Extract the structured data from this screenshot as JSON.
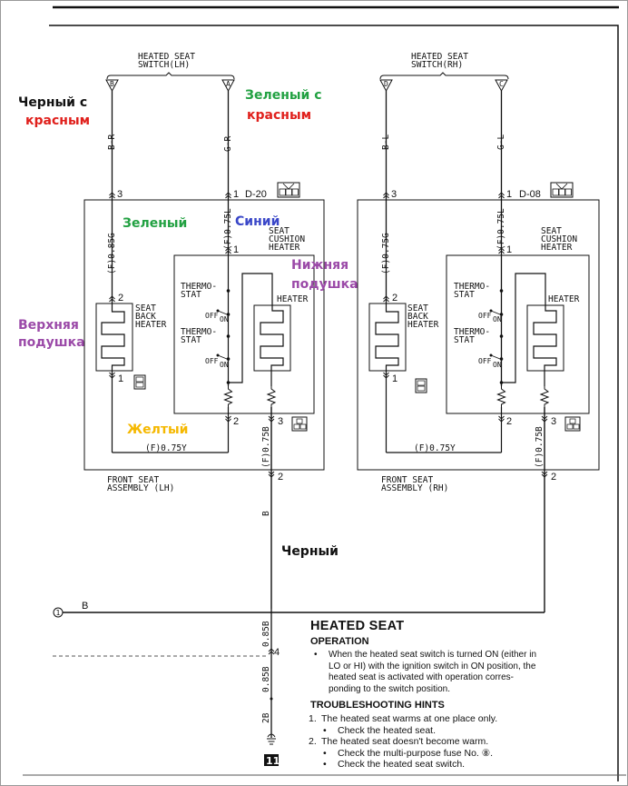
{
  "diagram": {
    "left_switch_label": [
      "HEATED SEAT",
      "SWITCH(LH)"
    ],
    "right_switch_label": [
      "HEATED SEAT",
      "SWITCH(RH)"
    ],
    "left_terminals": [
      "B",
      "A"
    ],
    "right_terminals": [
      "D",
      "C"
    ],
    "left_wire_colors": [
      "B-R",
      "G-R"
    ],
    "right_wire_colors": [
      "B-L",
      "G-L"
    ],
    "left_connector": "D-20",
    "right_connector": "D-08",
    "connector_pins": [
      "1",
      "2",
      "3"
    ],
    "pin_numbers": {
      "back_top": "3",
      "cushion_top": "1",
      "cushion_inner": "1",
      "back_heater_top": "2",
      "back_heater_bottom": "1",
      "cushion_bottom_left": "2",
      "cushion_bottom_right": "3",
      "assembly_out": "2",
      "ground_junction": "4"
    },
    "left_wires": {
      "back": "(F)0.85G",
      "cushion": "(F)0.75L",
      "yellow": "(F)0.75Y",
      "ground": "(F)0.75B"
    },
    "right_wires": {
      "back": "(F)0.75G",
      "cushion": "(F)0.75L",
      "yellow": "(F)0.75Y",
      "ground": "(F)0.75B"
    },
    "seat_back_heater": [
      "SEAT",
      "BACK",
      "HEATER"
    ],
    "seat_cushion_heater": [
      "SEAT",
      "CUSHION",
      "HEATER"
    ],
    "thermostat": [
      "THERMO-",
      "STAT"
    ],
    "heater": "HEATER",
    "switch_off": "OFF",
    "switch_on": "ON",
    "left_assembly": [
      "FRONT SEAT",
      "ASSEMBLY (LH)"
    ],
    "right_assembly": [
      "FRONT SEAT",
      "ASSEMBLY (RH)"
    ],
    "bus_wire": "B",
    "bus_source": "1",
    "lower_wires": [
      "B",
      "0.85B",
      "0.85B",
      "2B"
    ],
    "ground_number": "11"
  },
  "annotations": {
    "left_black_red": [
      "Черный с",
      "красным"
    ],
    "left_green_red": [
      "Зеленый с",
      "красным"
    ],
    "green": "Зеленый",
    "blue": "Синий",
    "lower_cushion": [
      "Нижняя",
      "подушка"
    ],
    "upper_cushion": [
      "Верхняя",
      "подушка"
    ],
    "yellow": "Желтый",
    "black": "Черный",
    "colors": {
      "black": "#111111",
      "red": "#e0201c",
      "green": "#22a142",
      "blue": "#3a47c8",
      "purple": "#9b4aa8",
      "yellow": "#f5b800"
    }
  },
  "notes": {
    "title": "HEATED SEAT",
    "operation_heading": "OPERATION",
    "operation_text": "When the heated seat switch is turned ON (either in LO or HI) with the ignition switch in ON position, the heated seat is activated with operation corres-ponding to the switch position.",
    "troubleshooting_heading": "TROUBLESHOOTING HINTS",
    "hints": [
      {
        "number": "1.",
        "text": "The heated seat warms at one place only.",
        "checks": [
          "Check the heated seat."
        ]
      },
      {
        "number": "2.",
        "text": "The heated seat doesn't become warm.",
        "checks": [
          "Check the multi-purpose fuse No. ⑧.",
          "Check the heated seat switch."
        ]
      }
    ]
  }
}
